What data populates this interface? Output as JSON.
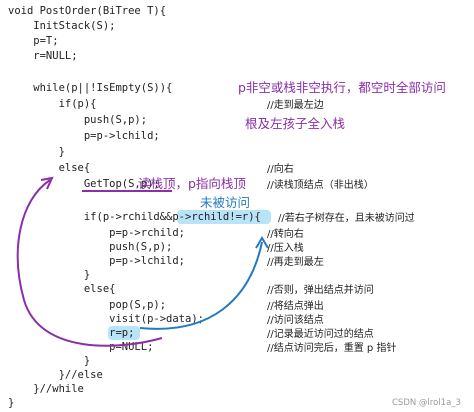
{
  "code_lines": [
    "void PostOrder(BiTree T){",
    "    InitStack(S);",
    "    p=T;",
    "    r=NULL;",
    "",
    "    while(p||!IsEmpty(S)){",
    "        if(p){",
    "            push(S,p);",
    "            p=p->lchild;",
    "        }",
    "        else{",
    "            GetTop(S,p);",
    "            if(p->rchild&&p->rchild!=r){",
    "                p=p->rchild;",
    "                push(S,p);",
    "                p=p->lchild;",
    "            }",
    "            else{",
    "                pop(S,p);",
    "                visit(p->data);",
    "                r=p;",
    "                p=NULL;",
    "            }",
    "        }//else",
    "    }//while",
    "}"
  ],
  "comments": {
    "line7": "//走到最左边",
    "line11": "//向右",
    "line12": "//读栈顶结点（非出栈）",
    "line13": "//若右子树存在，且未被访问过",
    "line14": "//转向右",
    "line15": "//压入栈",
    "line16": "//再走到最左",
    "line18": "//否则，弹出结点并访问",
    "line19": "//将结点弹出",
    "line20": "//访问该结点",
    "line21": "//记录最近访问过的结点",
    "line22": "//结点访问完后，重置 p 指针"
  },
  "annotations": {
    "top_line1": "p非空或栈非空执行，都空时全部访问",
    "top_line2": "根及左孩子全入栈",
    "gettop_note": "读栈顶，p指向栈顶",
    "unvisited_note": "未被访问"
  },
  "watermark": "CSDN @lrol1a_3",
  "colors": {
    "code": "#222222",
    "annotation_purple": "#8b2fa8",
    "annotation_blue": "#2479c2",
    "highlight": "#b9e3f6"
  }
}
